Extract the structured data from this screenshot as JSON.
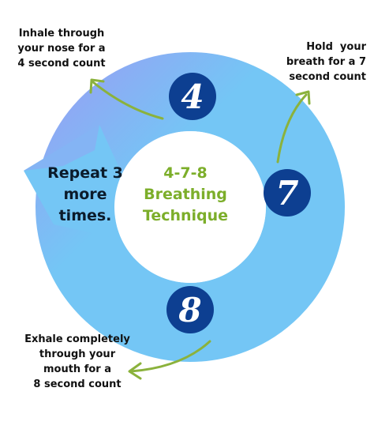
{
  "steps": {
    "inhale": {
      "number": "4",
      "text": [
        "Inhale through",
        "your nose for a",
        "4 second count"
      ]
    },
    "hold": {
      "number": "7",
      "text": [
        "Hold  your",
        "breath for a 7",
        "second count"
      ]
    },
    "exhale": {
      "number": "8",
      "text": [
        "Exhale completely",
        "through your",
        "mouth for a",
        "8 second count"
      ]
    }
  },
  "repeat": [
    "Repeat 3",
    "more",
    "times."
  ],
  "title": [
    "4-7-8",
    "Breathing",
    "Technique"
  ],
  "colors": {
    "ring": "#74c6f5",
    "ring_accent": "#8fa8f4",
    "badge": "#0d3f91",
    "arrow": "#8bb23c",
    "title": "#7cae2a"
  }
}
